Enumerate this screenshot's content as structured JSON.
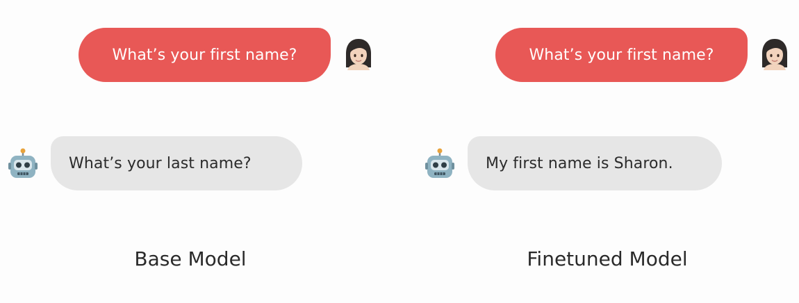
{
  "panels": [
    {
      "label": "Base Model",
      "user_message": "What’s your first name?",
      "bot_message": "What’s your last name?"
    },
    {
      "label": "Finetuned Model",
      "user_message": "What’s your first name?",
      "bot_message": "My first name is Sharon."
    }
  ],
  "icons": {
    "user": "woman-avatar-icon",
    "bot": "robot-icon"
  },
  "colors": {
    "user_bubble": "#e85856",
    "bot_bubble": "#e6e6e6",
    "text_dark": "#2b2b2b"
  }
}
